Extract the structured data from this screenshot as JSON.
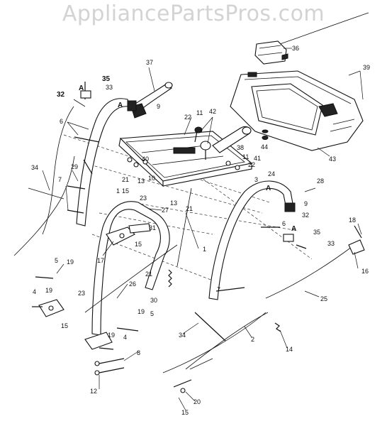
{
  "watermark": "AppliancePartsPros.com",
  "labels": [
    {
      "id": "37",
      "text": "37"
    },
    {
      "id": "36",
      "text": "36"
    },
    {
      "id": "39",
      "text": "39"
    },
    {
      "id": "35a",
      "text": "35"
    },
    {
      "id": "32a",
      "text": "32"
    },
    {
      "id": "33a",
      "text": "33"
    },
    {
      "id": "Aa",
      "text": "A"
    },
    {
      "id": "Ab",
      "text": "A"
    },
    {
      "id": "9a",
      "text": "9"
    },
    {
      "id": "22a",
      "text": "22"
    },
    {
      "id": "11a",
      "text": "11"
    },
    {
      "id": "42",
      "text": "42"
    },
    {
      "id": "6a",
      "text": "6"
    },
    {
      "id": "38",
      "text": "38"
    },
    {
      "id": "44",
      "text": "44"
    },
    {
      "id": "41",
      "text": "41"
    },
    {
      "id": "43",
      "text": "43"
    },
    {
      "id": "40",
      "text": "40"
    },
    {
      "id": "34a",
      "text": "34"
    },
    {
      "id": "29",
      "text": "29"
    },
    {
      "id": "7a",
      "text": "7"
    },
    {
      "id": "21a",
      "text": "21"
    },
    {
      "id": "13a",
      "text": "13"
    },
    {
      "id": "10",
      "text": "10"
    },
    {
      "id": "15a",
      "text": "15"
    },
    {
      "id": "1a",
      "text": "1"
    },
    {
      "id": "23a",
      "text": "23"
    },
    {
      "id": "11b",
      "text": "11"
    },
    {
      "id": "22b",
      "text": "22"
    },
    {
      "id": "3",
      "text": "3"
    },
    {
      "id": "24",
      "text": "24"
    },
    {
      "id": "Ac",
      "text": "A"
    },
    {
      "id": "28",
      "text": "28"
    },
    {
      "id": "13b",
      "text": "13"
    },
    {
      "id": "21b",
      "text": "21"
    },
    {
      "id": "27",
      "text": "27"
    },
    {
      "id": "9b",
      "text": "9"
    },
    {
      "id": "32b",
      "text": "32"
    },
    {
      "id": "6b",
      "text": "6"
    },
    {
      "id": "18",
      "text": "18"
    },
    {
      "id": "31",
      "text": "31"
    },
    {
      "id": "15b",
      "text": "15"
    },
    {
      "id": "1b",
      "text": "1"
    },
    {
      "id": "Ad",
      "text": "A"
    },
    {
      "id": "35b",
      "text": "35"
    },
    {
      "id": "33b",
      "text": "33"
    },
    {
      "id": "17",
      "text": "17"
    },
    {
      "id": "16",
      "text": "16"
    },
    {
      "id": "5a",
      "text": "5"
    },
    {
      "id": "19a",
      "text": "19"
    },
    {
      "id": "21c",
      "text": "21"
    },
    {
      "id": "26",
      "text": "26"
    },
    {
      "id": "7b",
      "text": "7"
    },
    {
      "id": "4a",
      "text": "4"
    },
    {
      "id": "19b",
      "text": "19"
    },
    {
      "id": "30",
      "text": "30"
    },
    {
      "id": "25",
      "text": "25"
    },
    {
      "id": "23b",
      "text": "23"
    },
    {
      "id": "15c",
      "text": "15"
    },
    {
      "id": "19c",
      "text": "19"
    },
    {
      "id": "5b",
      "text": "5"
    },
    {
      "id": "34b",
      "text": "34"
    },
    {
      "id": "19d",
      "text": "19"
    },
    {
      "id": "4b",
      "text": "4"
    },
    {
      "id": "2",
      "text": "2"
    },
    {
      "id": "14",
      "text": "14"
    },
    {
      "id": "8",
      "text": "8"
    },
    {
      "id": "12",
      "text": "12"
    },
    {
      "id": "20",
      "text": "20"
    },
    {
      "id": "15d",
      "text": "15"
    }
  ]
}
